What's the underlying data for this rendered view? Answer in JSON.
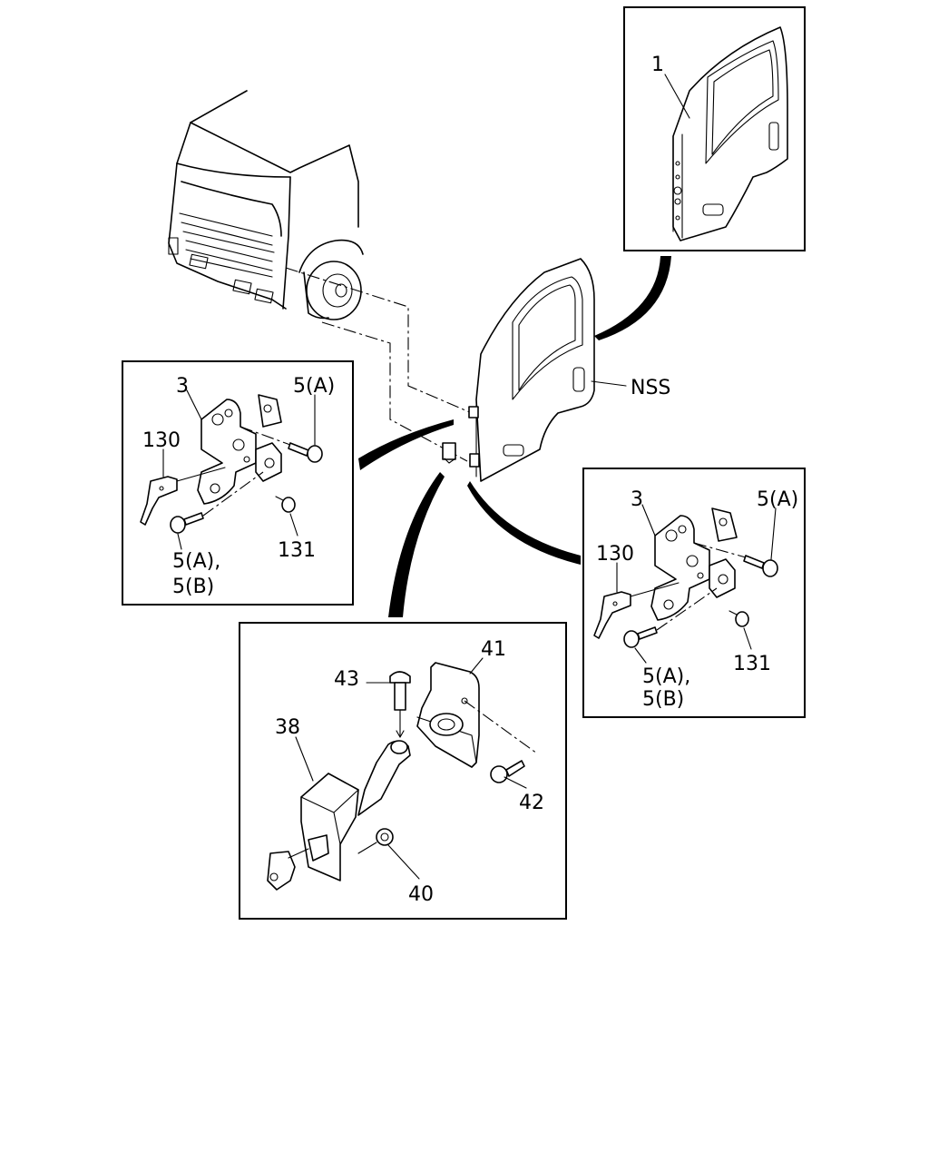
{
  "labels": {
    "door_assembly": "1",
    "side": "NSS",
    "hinge_upper": {
      "hinge": "3",
      "bolt_a": "5(A)",
      "plate": "130",
      "nut": "131",
      "bolt_ab_line1": "5(A),",
      "bolt_ab_line2": "5(B)"
    },
    "hinge_lower": {
      "hinge": "3",
      "bolt_a": "5(A)",
      "plate": "130",
      "nut": "131",
      "bolt_ab_line1": "5(A),",
      "bolt_ab_line2": "5(B)"
    },
    "checker": {
      "pin": "43",
      "bracket": "41",
      "checker": "38",
      "bolt": "42",
      "nut": "40"
    }
  }
}
